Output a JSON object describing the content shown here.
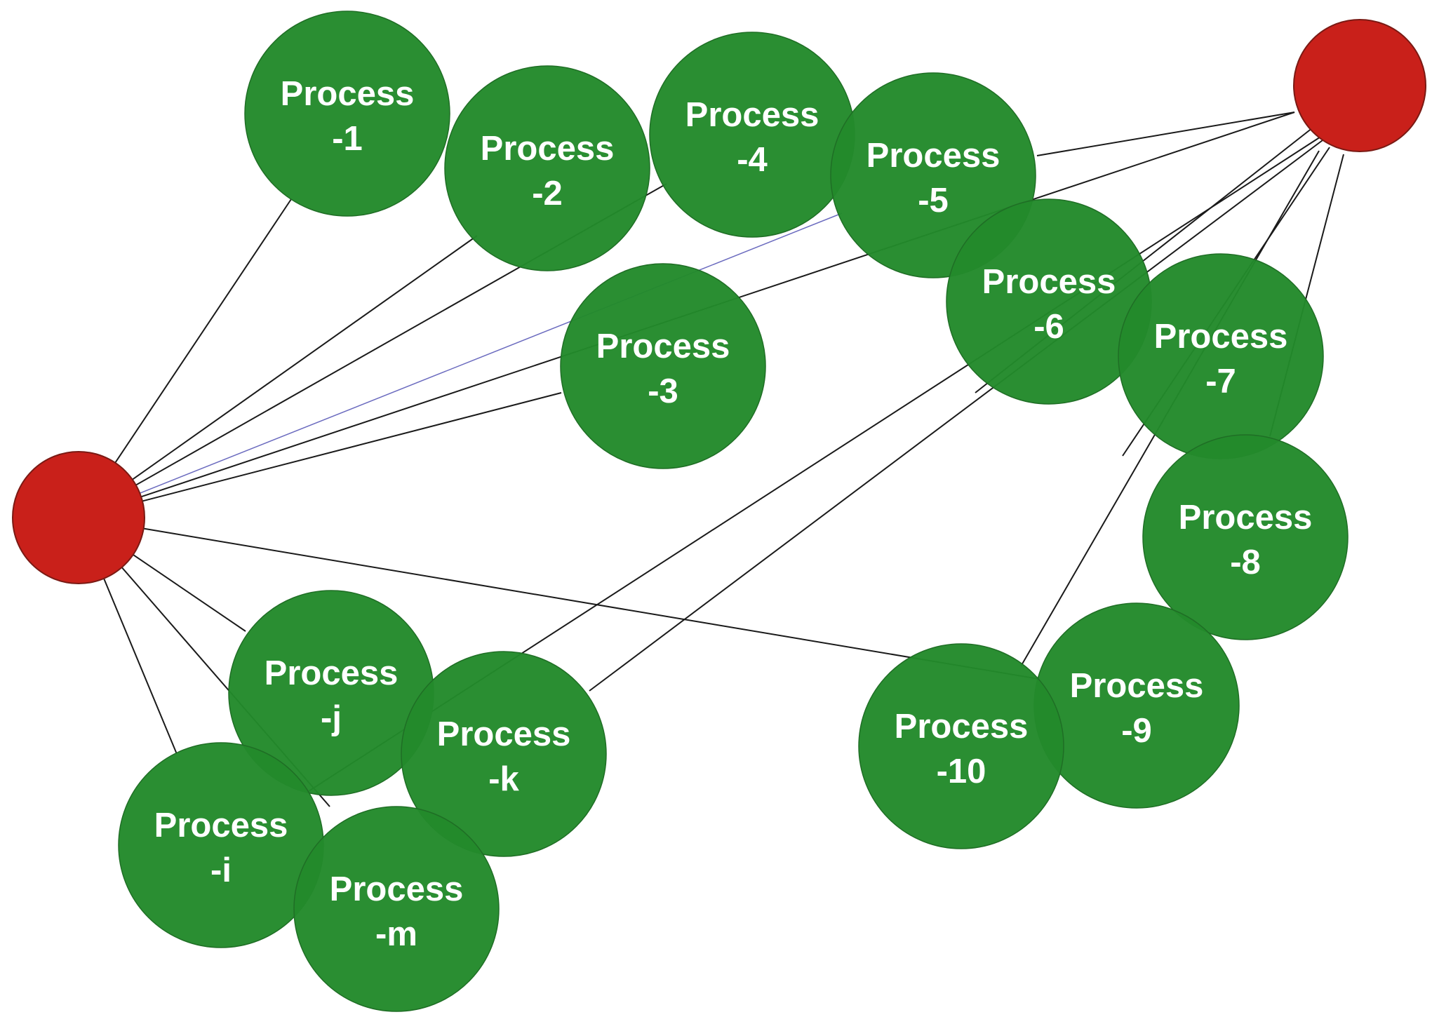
{
  "colors": {
    "process_node": "#238a2b",
    "terminal_node": "#c9201a",
    "edge": "#1a1a1a",
    "label": "#ffffff"
  },
  "nodes": [
    {
      "id": "source",
      "kind": "terminal",
      "label_line1": "",
      "label_line2": ""
    },
    {
      "id": "sink",
      "kind": "terminal",
      "label_line1": "",
      "label_line2": ""
    },
    {
      "id": "p1",
      "kind": "process",
      "label_line1": "Process",
      "label_line2": "-1"
    },
    {
      "id": "p2",
      "kind": "process",
      "label_line1": "Process",
      "label_line2": "-2"
    },
    {
      "id": "p3",
      "kind": "process",
      "label_line1": "Process",
      "label_line2": "-3"
    },
    {
      "id": "p4",
      "kind": "process",
      "label_line1": "Process",
      "label_line2": "-4"
    },
    {
      "id": "p5",
      "kind": "process",
      "label_line1": "Process",
      "label_line2": "-5"
    },
    {
      "id": "p6",
      "kind": "process",
      "label_line1": "Process",
      "label_line2": "-6"
    },
    {
      "id": "p7",
      "kind": "process",
      "label_line1": "Process",
      "label_line2": "-7"
    },
    {
      "id": "p8",
      "kind": "process",
      "label_line1": "Process",
      "label_line2": "-8"
    },
    {
      "id": "p9",
      "kind": "process",
      "label_line1": "Process",
      "label_line2": "-9"
    },
    {
      "id": "p10",
      "kind": "process",
      "label_line1": "Process",
      "label_line2": "-10"
    },
    {
      "id": "pj",
      "kind": "process",
      "label_line1": "Process",
      "label_line2": "-j"
    },
    {
      "id": "pk",
      "kind": "process",
      "label_line1": "Process",
      "label_line2": "-k"
    },
    {
      "id": "pi",
      "kind": "process",
      "label_line1": "Process",
      "label_line2": "-i"
    },
    {
      "id": "pm",
      "kind": "process",
      "label_line1": "Process",
      "label_line2": "-m"
    }
  ],
  "edges": [
    {
      "from": "source",
      "to": "p1"
    },
    {
      "from": "source",
      "to": "p2"
    },
    {
      "from": "source",
      "to": "p3"
    },
    {
      "from": "source",
      "to": "p4"
    },
    {
      "from": "source",
      "to": "p5"
    },
    {
      "from": "source",
      "to": "sink"
    },
    {
      "from": "source",
      "to": "p10"
    },
    {
      "from": "source",
      "to": "pj"
    },
    {
      "from": "source",
      "to": "pi"
    },
    {
      "from": "source",
      "to": "pm"
    },
    {
      "from": "p5",
      "to": "sink"
    },
    {
      "from": "p6",
      "to": "sink"
    },
    {
      "from": "p7",
      "to": "sink"
    },
    {
      "from": "p8",
      "to": "sink"
    },
    {
      "from": "p10",
      "to": "sink"
    },
    {
      "from": "pi",
      "to": "sink"
    },
    {
      "from": "pk",
      "to": "sink"
    }
  ]
}
